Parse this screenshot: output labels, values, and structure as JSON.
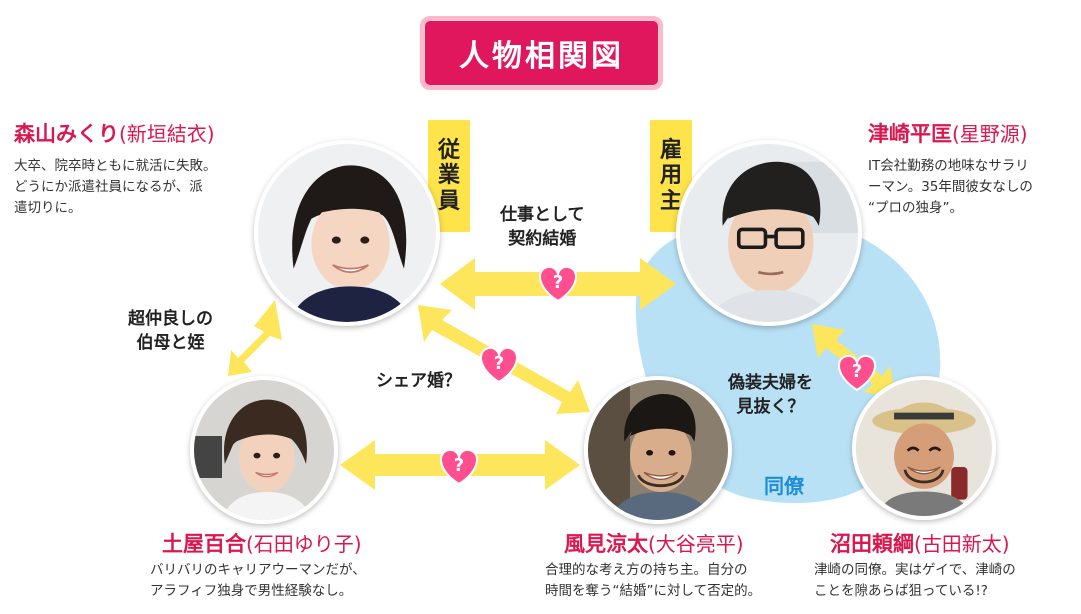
{
  "title": "人物相関図",
  "tags": {
    "employee": [
      "従",
      "業",
      "員"
    ],
    "employer": [
      "雇",
      "用",
      "主"
    ]
  },
  "characters": {
    "mikuri": {
      "name": "森山みくり",
      "actor": "(新垣結衣)",
      "desc": [
        "大卒、院卒時ともに就活に失敗。",
        "どうにか派遣社員になるが、派",
        "遣切りに。"
      ]
    },
    "hiramasa": {
      "name": "津崎平匡",
      "actor": "(星野源)",
      "desc": [
        "IT会社勤務の地味なサラリ",
        "ーマン。35年間彼女なしの",
        "“プロの独身”。"
      ]
    },
    "yuriko": {
      "name": "土屋百合",
      "actor": "(石田ゆり子)",
      "desc": [
        "バリバリのキャリアウーマンだが、",
        "アラフィフ独身で男性経験なし。"
      ]
    },
    "ryota": {
      "name": "風見涼太",
      "actor": "(大谷亮平)",
      "desc": [
        "合理的な考え方の持ち主。自分の",
        "時間を奪う“結婚”に対して否定的。"
      ]
    },
    "yoritsuna": {
      "name": "沼田頼綱",
      "actor": "(古田新太)",
      "desc": [
        "津崎の同僚。実はゲイで、津崎の",
        "ことを隙あらば狙っている!?"
      ]
    }
  },
  "relations": {
    "contract": [
      "仕事として",
      "契約結婚"
    ],
    "aunt": [
      "超仲良しの",
      "伯母と姪"
    ],
    "share": "シェア婚？",
    "fake": [
      "偽装夫婦を",
      "見抜く？"
    ],
    "colleague": "同僚",
    "heart_mark": "?"
  },
  "colors": {
    "title_bg": "#e0175d",
    "name_color": "#d8184f",
    "arrow": "#fde55c",
    "heart": "#ff4f8f",
    "colleague_region": "#b9e1f6",
    "colleague_text": "#1d8ed6",
    "tag_bg": "#ffe34a"
  }
}
